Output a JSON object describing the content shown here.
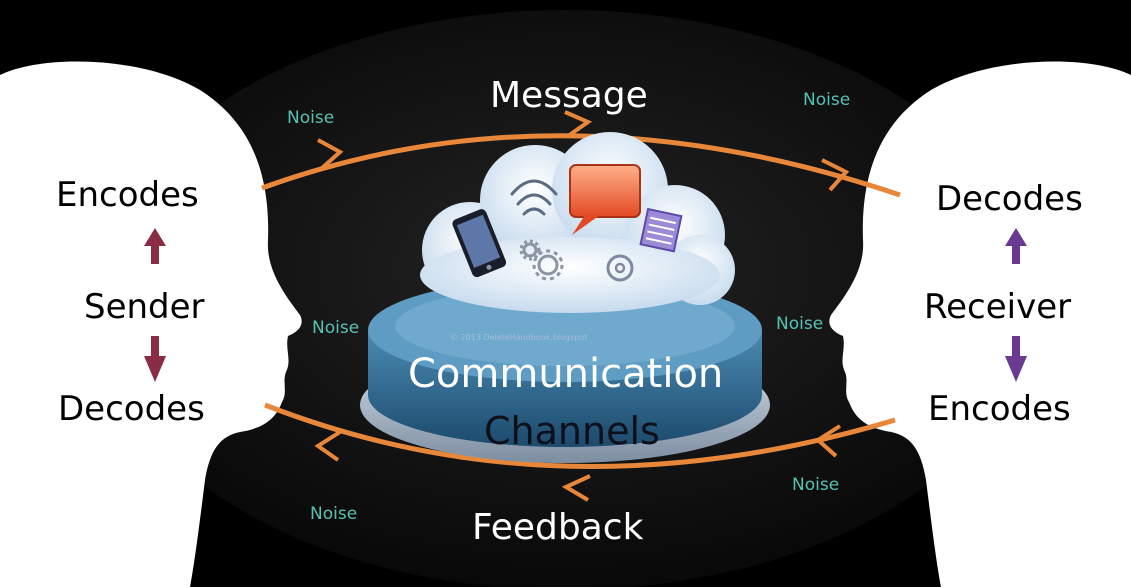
{
  "diagram": {
    "message": "Message",
    "feedback": "Feedback",
    "noise": "Noise",
    "channel": {
      "line1": "Communication",
      "line2": "Channels",
      "watermark": "© 2013 DeleteHandbook.blogspot"
    },
    "sender": {
      "top": "Encodes",
      "middle": "Sender",
      "bottom": "Decodes"
    },
    "receiver": {
      "top": "Decodes",
      "middle": "Receiver",
      "bottom": "Encodes"
    }
  },
  "colors": {
    "background": "#000000",
    "loop": "#e8873a",
    "noise": "#57c1b3",
    "sender_arrows": "#8a2c43",
    "receiver_arrows": "#6a3a92",
    "platform": "#2f6f9a",
    "cloud": "#e9f2fb"
  },
  "icons": [
    "phone-icon",
    "wifi-icon",
    "speech-bubble-icon",
    "gears-icon",
    "at-sign-icon",
    "document-icon"
  ]
}
